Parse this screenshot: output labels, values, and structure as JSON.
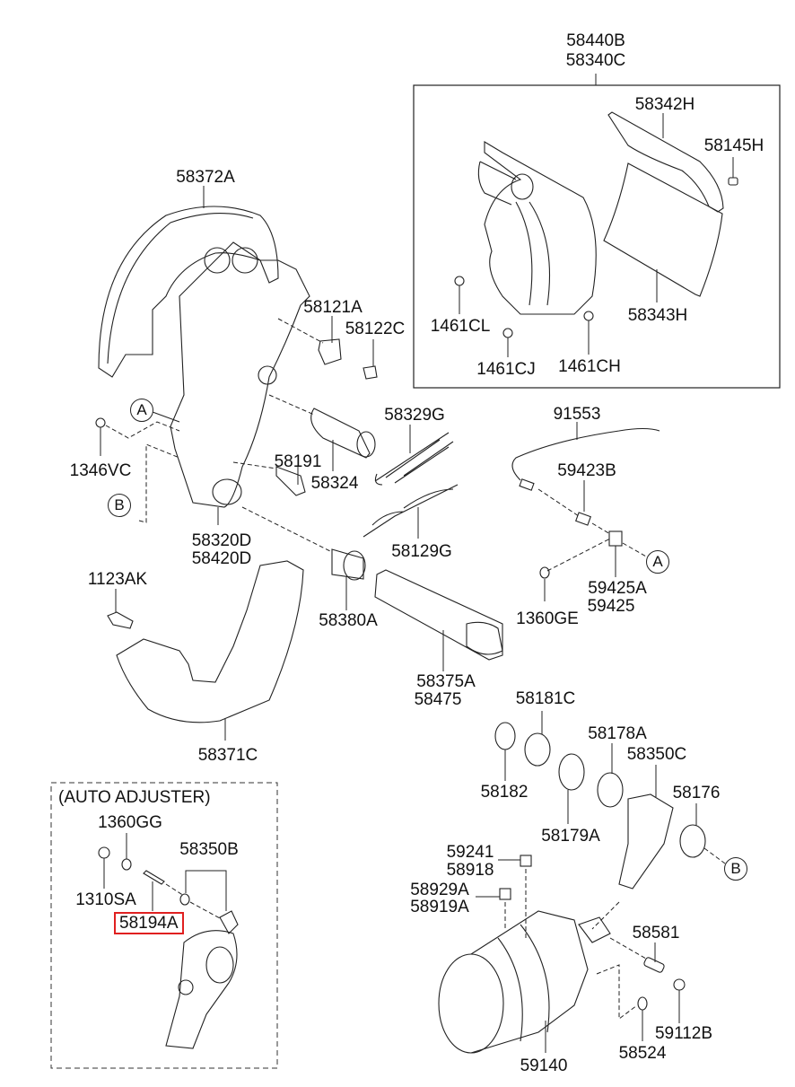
{
  "diagram": {
    "title": "Brake assembly exploded parts diagram",
    "highlight_color": "#e02020",
    "groups": {
      "shoe_kit_box": {
        "labels": [
          "58440B",
          "58340C"
        ]
      },
      "auto_adjuster_box": {
        "title": "(AUTO ADJUSTER)"
      }
    },
    "labels": {
      "p58440b": "58440B",
      "p58340c": "58340C",
      "p58342h": "58342H",
      "p58145h": "58145H",
      "p58343h": "58343H",
      "p1461cl": "1461CL",
      "p1461cj": "1461CJ",
      "p1461ch": "1461CH",
      "p58372a": "58372A",
      "p58121a": "58121A",
      "p58122c": "58122C",
      "p1346vc": "1346VC",
      "p58191": "58191",
      "p58324": "58324",
      "p58329g": "58329G",
      "p58320d": "58320D",
      "p58420d": "58420D",
      "p58129g": "58129G",
      "p91553": "91553",
      "p59423b": "59423B",
      "p59425a": "59425A",
      "p59425": "59425",
      "p1360ge": "1360GE",
      "p1123ak": "1123AK",
      "p58380a": "58380A",
      "p58375a": "58375A",
      "p58475": "58475",
      "p58371c": "58371C",
      "p58181c": "58181C",
      "p58182": "58182",
      "p58178a": "58178A",
      "p58350c": "58350C",
      "p58179a": "58179A",
      "p58176": "58176",
      "p1360gg": "1360GG",
      "p58350b": "58350B",
      "p1310sa": "1310SA",
      "p58194a": "58194A",
      "p59241": "59241",
      "p58918": "58918",
      "p58929a": "58929A",
      "p58919a": "58919A",
      "p58581": "58581",
      "p59112b": "59112B",
      "p58524": "58524",
      "p59140": "59140"
    },
    "reference_markers": {
      "a_left": "A",
      "b_left": "B",
      "a_right": "A",
      "b_right": "B"
    },
    "highlighted_part": "58194A"
  }
}
